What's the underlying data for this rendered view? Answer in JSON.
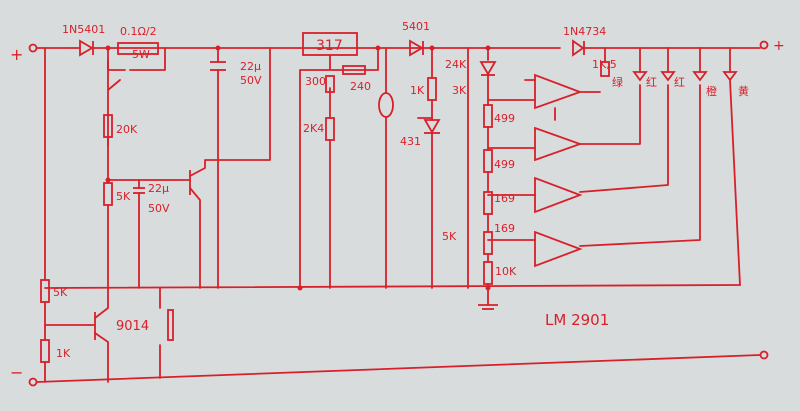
{
  "labels": {
    "plus_left": "+",
    "minus_left": "−",
    "plus_right": "+",
    "diode_in": "1N5401",
    "res_sense": "0.1Ω/2",
    "res_sense_power": "5W",
    "res_20k": "20K",
    "res_5k_mid": "5K",
    "cap_22u_small": "22μ",
    "cap_50v_small": "50V",
    "cap_22u_big": "22μ",
    "cap_50v_big": "50V",
    "reg": "317",
    "pot_300": "300",
    "res_240": "240",
    "res_2k4": "2K4",
    "diode_mid": "5401",
    "res_1k": "1K",
    "zener": "431",
    "res_24k": "24K",
    "res_3k": "3K",
    "res_499_a": "499",
    "res_499_b": "499",
    "res_169_a": "169",
    "res_169_b": "169",
    "res_5k_div": "5K",
    "res_10k": "10K",
    "diode_out": "1N4734",
    "res_1k5": "1K,5",
    "led_green": "绿",
    "led_red1": "红",
    "led_red2": "红",
    "led_yellow": "黄",
    "led_orange": "橙",
    "res_5k_left": "5K",
    "res_1k_left": "1K",
    "transistor": "9014",
    "ic": "LM 2901"
  },
  "colors": {
    "ink": "#d8202a",
    "paper": "#d9dcdd"
  }
}
